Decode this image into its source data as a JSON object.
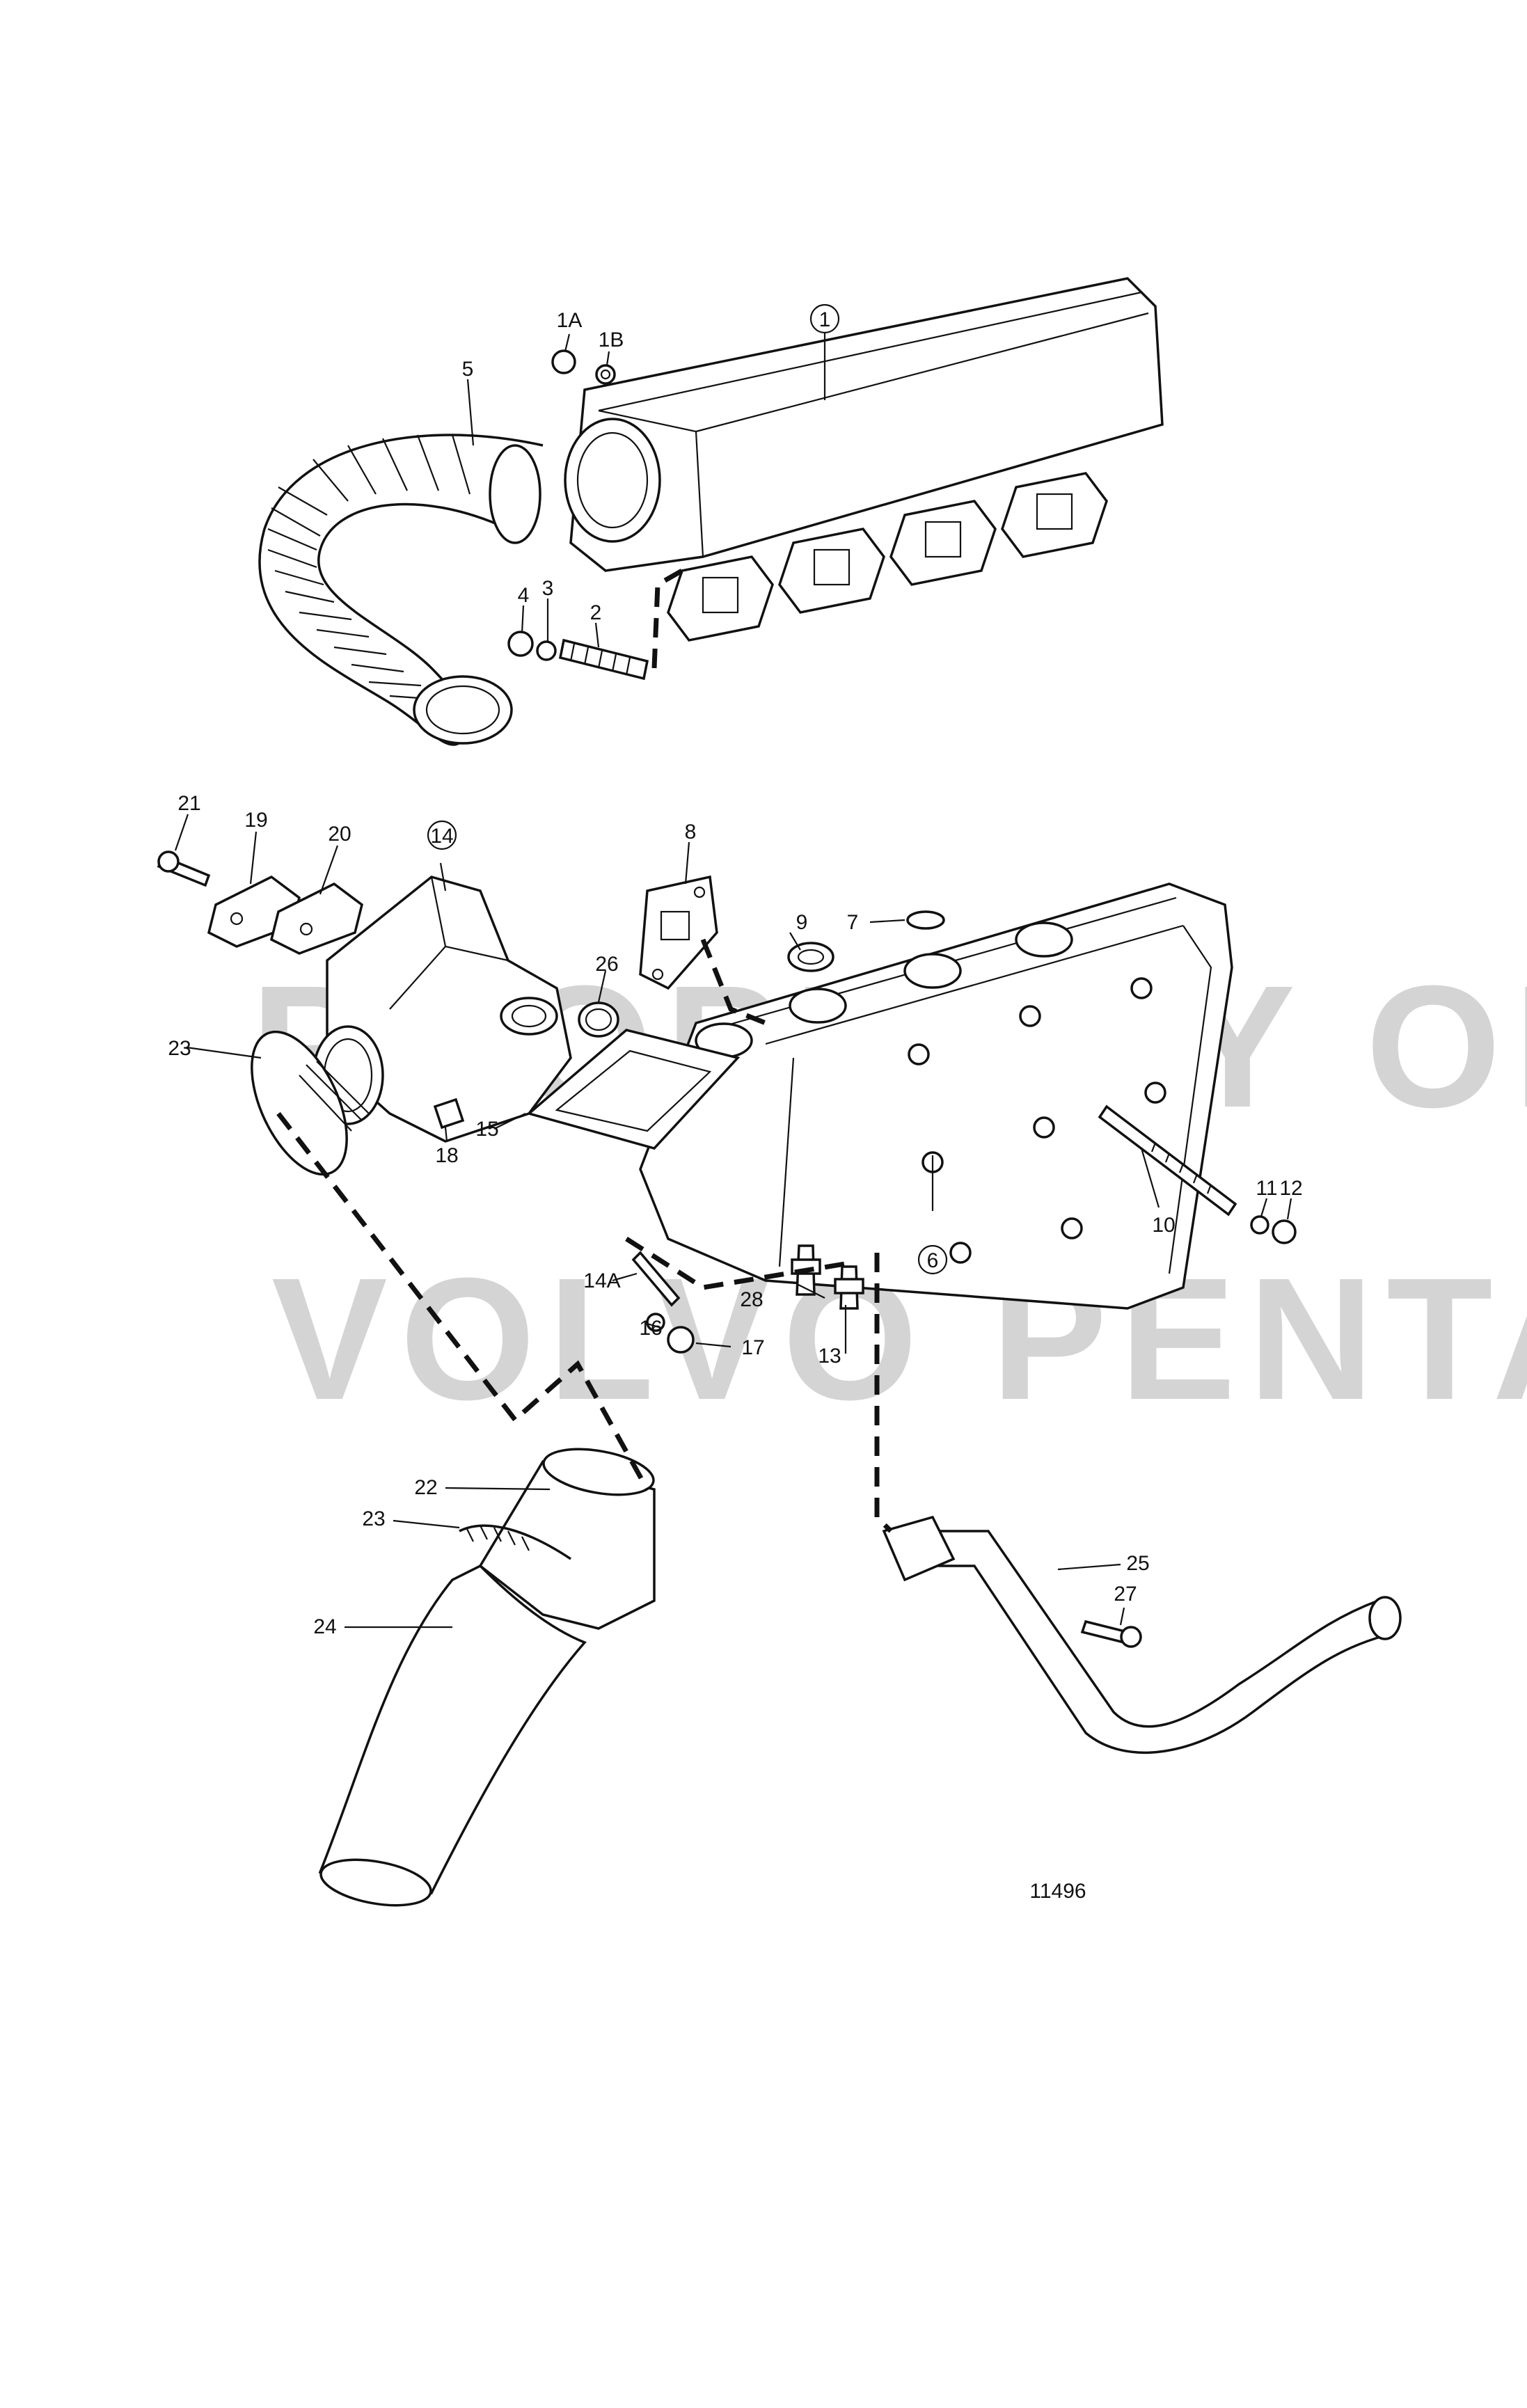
{
  "watermark": {
    "line1": "PROPERTY OF",
    "line2": "VOLVO PENTA"
  },
  "drawing_number": "11496",
  "callouts": [
    "1",
    "1A",
    "1B",
    "2",
    "3",
    "4",
    "5",
    "6",
    "7",
    "8",
    "9",
    "10",
    "11",
    "12",
    "13",
    "14",
    "14A",
    "15",
    "16",
    "17",
    "18",
    "19",
    "20",
    "21",
    "22",
    "23",
    "23",
    "24",
    "25",
    "26",
    "27",
    "28"
  ],
  "circled_callouts": [
    "1",
    "14",
    "6"
  ]
}
